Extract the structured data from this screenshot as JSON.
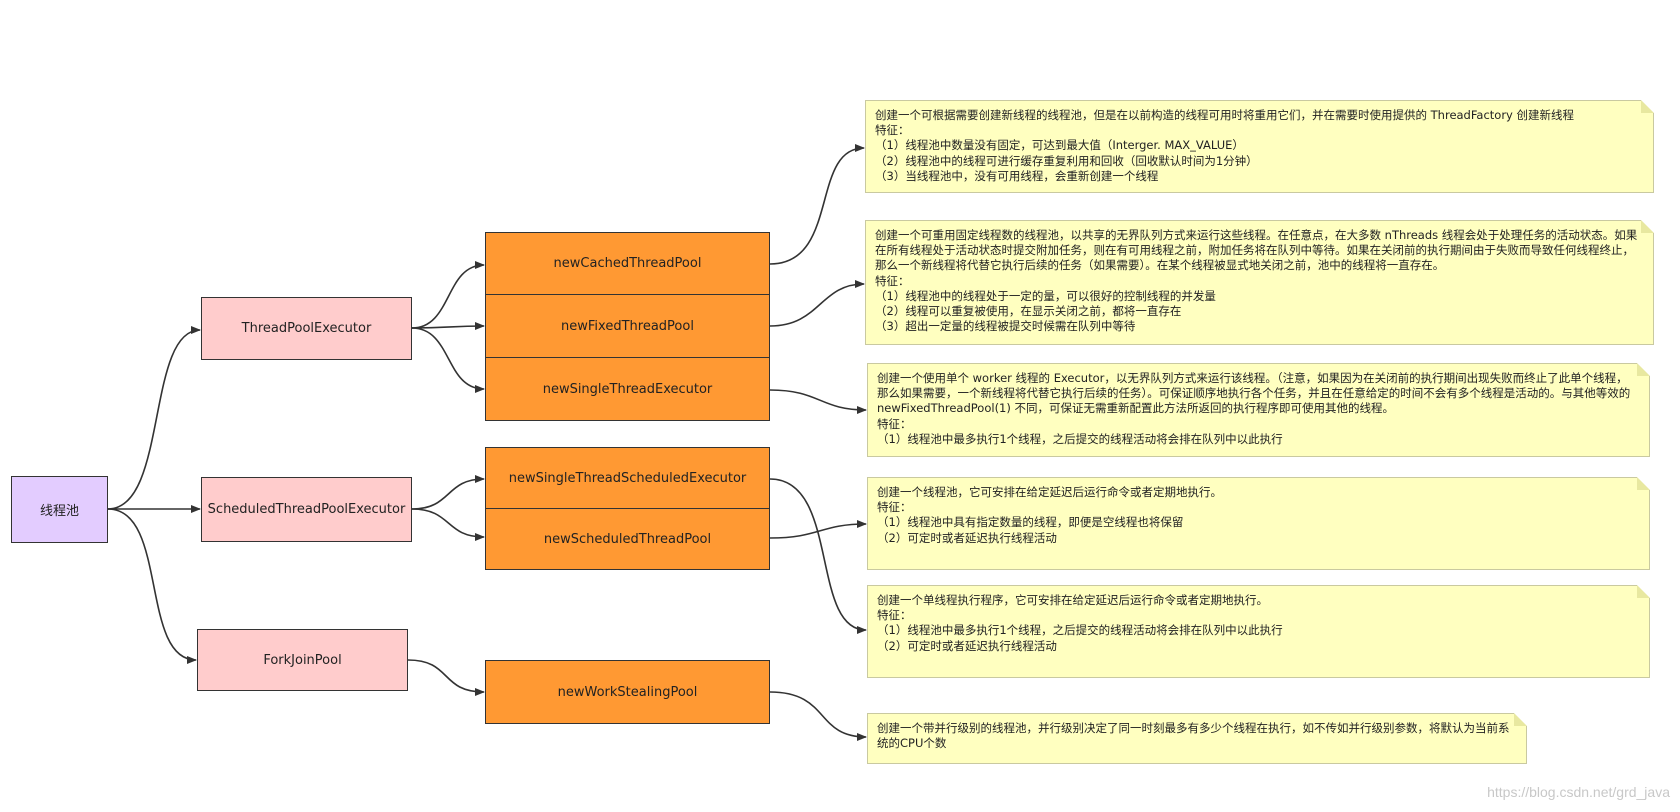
{
  "nodes": {
    "root": "线程池",
    "thread_pool_executor": "ThreadPoolExecutor",
    "scheduled_thread_pool_executor": "ScheduledThreadPoolExecutor",
    "fork_join_pool": "ForkJoinPool",
    "new_cached_thread_pool": "newCachedThreadPool",
    "new_fixed_thread_pool": "newFixedThreadPool",
    "new_single_thread_executor": "newSingleThreadExecutor",
    "new_single_thread_scheduled_executor": "newSingleThreadScheduledExecutor",
    "new_scheduled_thread_pool": "newScheduledThreadPool",
    "new_work_stealing_pool": "newWorkStealingPool"
  },
  "notes": {
    "cached": [
      "创建一个可根据需要创建新线程的线程池，但是在以前构造的线程可用时将重用它们，并在需要时使用提供的 ThreadFactory 创建新线程",
      "特征：",
      "（1）线程池中数量没有固定，可达到最大值（Interger. MAX_VALUE）",
      "（2）线程池中的线程可进行缓存重复利用和回收（回收默认时间为1分钟）",
      "（3）当线程池中，没有可用线程，会重新创建一个线程"
    ],
    "fixed": [
      "创建一个可重用固定线程数的线程池，以共享的无界队列方式来运行这些线程。在任意点，在大多数 nThreads 线程会处于处理任务的活动状态。如果在所有线程处于活动状态时提交附加任务，则在有可用线程之前，附加任务将在队列中等待。如果在关闭前的执行期间由于失败而导致任何线程终止，那么一个新线程将代替它执行后续的任务（如果需要）。在某个线程被显式地关闭之前，池中的线程将一直存在。",
      "特征：",
      "（1）线程池中的线程处于一定的量，可以很好的控制线程的并发量",
      "（2）线程可以重复被使用，在显示关闭之前，都将一直存在",
      "（3）超出一定量的线程被提交时候需在队列中等待"
    ],
    "single": [
      "创建一个使用单个 worker 线程的 Executor，以无界队列方式来运行该线程。（注意，如果因为在关闭前的执行期间出现失败而终止了此单个线程，那么如果需要，一个新线程将代替它执行后续的任务）。可保证顺序地执行各个任务，并且在任意给定的时间不会有多个线程是活动的。与其他等效的 newFixedThreadPool(1) 不同，可保证无需重新配置此方法所返回的执行程序即可使用其他的线程。",
      "特征：",
      "（1）线程池中最多执行1个线程，之后提交的线程活动将会排在队列中以此执行"
    ],
    "scheduled": [
      "创建一个线程池，它可安排在给定延迟后运行命令或者定期地执行。",
      "特征：",
      "（1）线程池中具有指定数量的线程，即便是空线程也将保留",
      "（2）可定时或者延迟执行线程活动"
    ],
    "single_scheduled": [
      "创建一个单线程执行程序，它可安排在给定延迟后运行命令或者定期地执行。",
      "特征：",
      "（1）线程池中最多执行1个线程，之后提交的线程活动将会排在队列中以此执行",
      "（2）可定时或者延迟执行线程活动"
    ],
    "work_stealing": [
      "创建一个带并行级别的线程池，并行级别决定了同一时刻最多有多少个线程在执行，如不传如并行级别参数，将默认为当前系统的CPU个数"
    ]
  },
  "watermark": "https://blog.csdn.net/grd_java",
  "colors": {
    "root_fill": "#e3ccff",
    "executor_fill": "#ffcccc",
    "factory_fill": "#ff9933",
    "note_fill": "#ffffc0",
    "edge": "#333333"
  }
}
